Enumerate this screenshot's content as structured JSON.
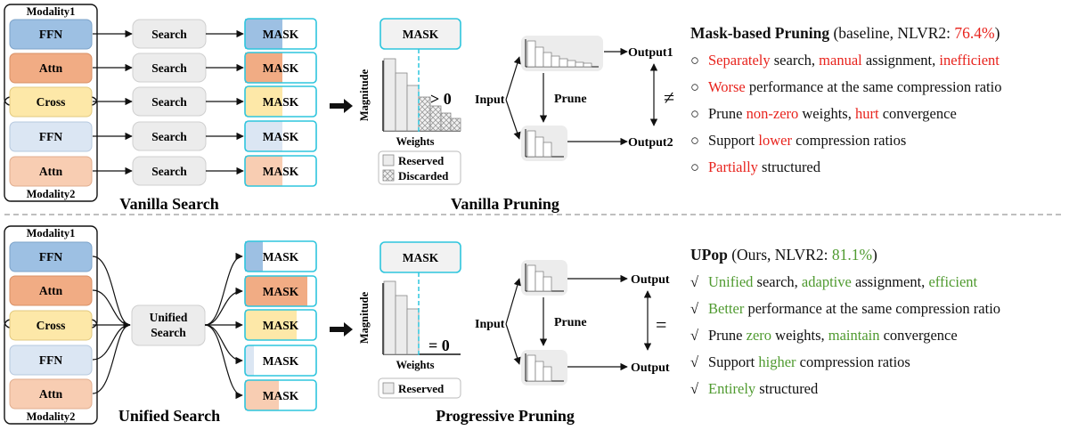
{
  "top": {
    "modality1": "Modality1",
    "modality2": "Modality2",
    "modules": [
      "FFN",
      "Attn",
      "Cross",
      "FFN",
      "Attn"
    ],
    "search_label": "Search",
    "mask_label": "MASK",
    "section_label": "Vanilla Search",
    "pruning": {
      "mask_label": "MASK",
      "y_label": "Magnitude",
      "x_label": "Weights",
      "threshold_text": "> 0",
      "legend_reserved": "Reserved",
      "legend_discarded": "Discarded",
      "input": "Input",
      "prune": "Prune",
      "output1": "Output1",
      "output2": "Output2",
      "relation": "≠",
      "title": "Vanilla Pruning"
    },
    "panel": {
      "title": "Mask-based Pruning",
      "subtitle_pre": "(baseline, NLVR2: ",
      "subtitle_value": "76.4%",
      "subtitle_post": ")",
      "bullet": "○",
      "items": [
        [
          {
            "t": "Separately",
            "c": "red"
          },
          {
            "t": " search, "
          },
          {
            "t": "manual",
            "c": "red"
          },
          {
            "t": " assignment, "
          },
          {
            "t": "inefficient",
            "c": "red"
          }
        ],
        [
          {
            "t": "Worse",
            "c": "red"
          },
          {
            "t": " performance at the same compression ratio"
          }
        ],
        [
          {
            "t": "Prune "
          },
          {
            "t": "non-zero",
            "c": "red"
          },
          {
            "t": " weights, "
          },
          {
            "t": "hurt",
            "c": "red"
          },
          {
            "t": " convergence"
          }
        ],
        [
          {
            "t": "Support "
          },
          {
            "t": "lower",
            "c": "red"
          },
          {
            "t": " compression ratios"
          }
        ],
        [
          {
            "t": "Partially",
            "c": "red"
          },
          {
            "t": " structured"
          }
        ]
      ]
    }
  },
  "bottom": {
    "modality1": "Modality1",
    "modality2": "Modality2",
    "modules": [
      "FFN",
      "Attn",
      "Cross",
      "FFN",
      "Attn"
    ],
    "search_label_line1": "Unified",
    "search_label_line2": "Search",
    "mask_label": "MASK",
    "section_label": "Unified Search",
    "pruning": {
      "mask_label": "MASK",
      "y_label": "Magnitude",
      "x_label": "Weights",
      "threshold_text": "= 0",
      "legend_reserved": "Reserved",
      "input": "Input",
      "prune": "Prune",
      "output1": "Output",
      "output2": "Output",
      "relation": "=",
      "title": "Progressive Pruning"
    },
    "panel": {
      "title": "UPop",
      "subtitle_pre": "(Ours, NLVR2: ",
      "subtitle_value": "81.1%",
      "subtitle_post": ")",
      "bullet": "√",
      "items": [
        [
          {
            "t": "Unified",
            "c": "green"
          },
          {
            "t": " search, "
          },
          {
            "t": "adaptive",
            "c": "green"
          },
          {
            "t": " assignment, "
          },
          {
            "t": "efficient",
            "c": "green"
          }
        ],
        [
          {
            "t": "Better",
            "c": "green"
          },
          {
            "t": " performance at the same compression ratio"
          }
        ],
        [
          {
            "t": "Prune "
          },
          {
            "t": "zero",
            "c": "green"
          },
          {
            "t": " weights, "
          },
          {
            "t": "maintain",
            "c": "green"
          },
          {
            "t": " convergence"
          }
        ],
        [
          {
            "t": "Support "
          },
          {
            "t": "higher",
            "c": "green"
          },
          {
            "t": " compression ratios"
          }
        ],
        [
          {
            "t": "Entirely",
            "c": "green"
          },
          {
            "t": " structured"
          }
        ]
      ]
    }
  },
  "colors": {
    "ffn1": "#9dc0e3",
    "attn1": "#f1ac84",
    "cross": "#fde8a8",
    "ffn2": "#dbe6f3",
    "attn2": "#f8cdb2",
    "mask_border": "#2ec5dd",
    "search_fill": "#ececec",
    "red": "#e8231d",
    "green": "#4f9a2f"
  }
}
